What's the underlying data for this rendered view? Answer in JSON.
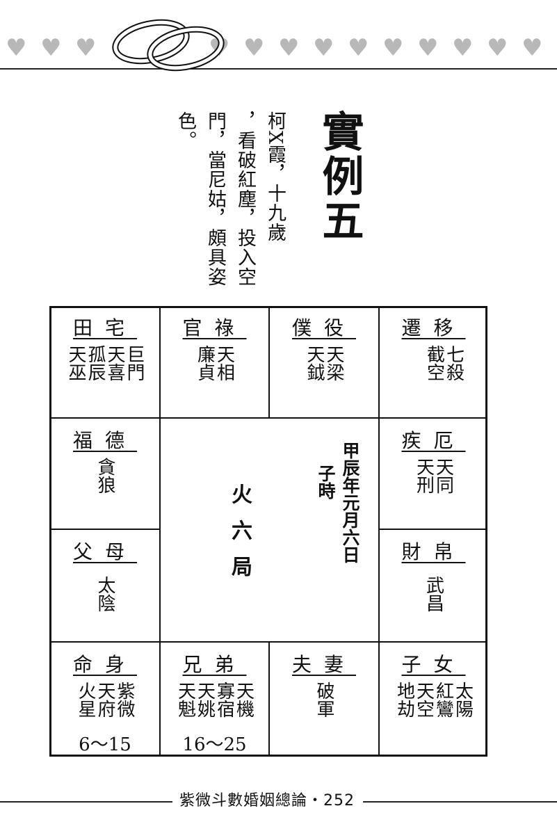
{
  "header": {
    "ornament_icon": "wedding-rings-icon",
    "heart_icon": "heart-icon",
    "heart_color": "#b8b8b8"
  },
  "title": "實例五",
  "intro": {
    "lines": [
      "柯X霞，十九歲",
      "，看破紅塵，投入空",
      "門，當尼姑，頗具姿",
      "色。"
    ]
  },
  "chart": {
    "palaces": {
      "tianzhai": {
        "name": "田宅",
        "stars": [
          "巨門",
          "天喜",
          "孤辰",
          "天巫"
        ]
      },
      "guanlu": {
        "name": "官祿",
        "stars": [
          "天相",
          "廉貞"
        ]
      },
      "puyi": {
        "name": "僕役",
        "stars": [
          "天梁",
          "天鉞"
        ]
      },
      "qianyi": {
        "name": "遷移",
        "stars": [
          "七殺",
          "截空"
        ]
      },
      "fude": {
        "name": "福德",
        "stars": [
          "貪狼"
        ]
      },
      "jie": {
        "name": "疾厄",
        "stars": [
          "天同",
          "天刑"
        ]
      },
      "fumu": {
        "name": "父母",
        "stars": [
          "太陰"
        ]
      },
      "caibo": {
        "name": "財帛",
        "stars": [
          "武昌"
        ]
      },
      "ming": {
        "name": "命身",
        "stars": [
          "紫微",
          "天府",
          "火星"
        ],
        "age": "6～15"
      },
      "xiongdi": {
        "name": "兄弟",
        "stars": [
          "天機",
          "寡宿",
          "天姚",
          "天魁"
        ],
        "age": "16～25"
      },
      "fuqi": {
        "name": "夫妻",
        "stars": [
          "破軍"
        ]
      },
      "zinv": {
        "name": "子女",
        "stars": [
          "太陽",
          "紅鸞",
          "天空",
          "地劫"
        ]
      }
    },
    "center": {
      "ju": "火六局",
      "date": "甲辰年元月六日",
      "hour": "子時"
    }
  },
  "footer": {
    "text": "紫微斗數婚姻總論・252"
  }
}
